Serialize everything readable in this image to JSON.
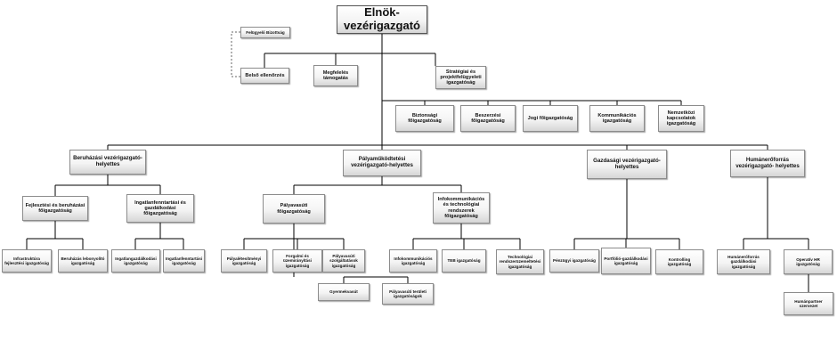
{
  "org": {
    "root": "Elnök-vezérigazgató",
    "supervisory_board": "Felügyelő Bizottság",
    "internal_audit": "Belső ellenőrzés",
    "compliance": "Megfelelés támogatás",
    "strategy": "Stratégiai és projektfelügyeleti igazgatóság",
    "staff_units": [
      "Biztonsági főigazgatóság",
      "Beszerzési főigazgatóság",
      "Jogi főigazgatóság",
      "Kommunikációs igazgatóság",
      "Nemzetközi kapcsolatok igazgatóság"
    ],
    "deputies": [
      "Beruházási vezérigazgató-helyettes",
      "Pályaműködtetési vezérigazgató-helyettes",
      "Gazdasági vezérigazgató-helyettes",
      "Humánerőforrás vezérigazgató- helyettes"
    ],
    "investment": {
      "dev": "Fejlesztési és beruházási főigazgatóság",
      "realestate": "Ingatlanfenntartási és gazdálkodási főigazgatóság",
      "infra": "Infrastruktúra fejlesztési igazgatóság",
      "invest_impl": "Beruházás lebonyolító igazgatóság",
      "re_mgmt": "Ingatlangazdálkodási igazgatóság",
      "re_maint": "Ingatlanfenntartási igazgatóság"
    },
    "operations": {
      "railway": "Pályavasúti főigazgatóság",
      "ict": "Infokommunikációs és technológiai rendszerek főigazgatóság",
      "track_maint": "Pályalétesítményi igazgatóság",
      "traffic": "Forgalmi és üzemirányítási igazgatóság",
      "services": "Pályavasúti szolgáltatások igazgatóság",
      "children_rail": "Gyermekvasút",
      "regional": "Pályavasúti területi igazgatóságok",
      "infocomm": "Infokommunikációs igazgatóság",
      "teb": "TEB igazgatóság",
      "tech_ops": "Technológiai rendszerüzemeltetési igazgatóság"
    },
    "finance": {
      "treasury": "Pénzügyi igazgatóság",
      "portfolio": "Portfólió-gazdálkodási igazgatóság",
      "controlling": "Kontrolling igazgatóság"
    },
    "hr": {
      "hr_mgmt": "Humánerőforrás gazdálkodási igazgatóság",
      "operative_hr": "Operatív HR igazgatóság",
      "hr_partner": "Humánpartner szervezet"
    }
  }
}
